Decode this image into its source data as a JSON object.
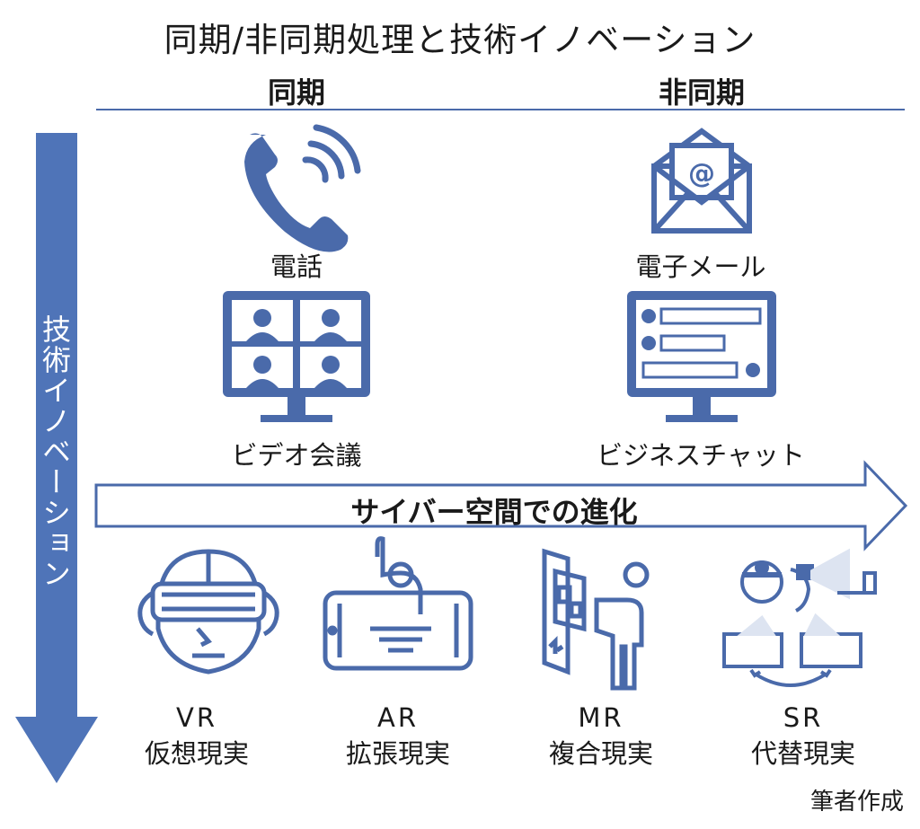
{
  "title": "同期/非同期処理と技術イノベーション",
  "columns": {
    "sync": "同期",
    "async": "非同期"
  },
  "vertical_axis": "技術イノベーション",
  "arrow_label": "サイバー空間での進化",
  "sync_items": [
    {
      "label": "電話",
      "icon": "phone-icon"
    },
    {
      "label": "ビデオ会議",
      "icon": "video-conference-icon"
    }
  ],
  "async_items": [
    {
      "label": "電子メール",
      "icon": "email-icon"
    },
    {
      "label": "ビジネスチャット",
      "icon": "business-chat-icon"
    }
  ],
  "technologies": [
    {
      "code": "VR",
      "name": "仮想現実",
      "icon": "vr-headset-icon"
    },
    {
      "code": "AR",
      "name": "拡張現実",
      "icon": "ar-tablet-icon"
    },
    {
      "code": "MR",
      "name": "複合現実",
      "icon": "mr-hologram-icon"
    },
    {
      "code": "SR",
      "name": "代替現実",
      "icon": "sr-projection-icon"
    }
  ],
  "credit": "筆者作成",
  "colors": {
    "accent": "#4a6aaa",
    "text": "#1a1a1a"
  }
}
